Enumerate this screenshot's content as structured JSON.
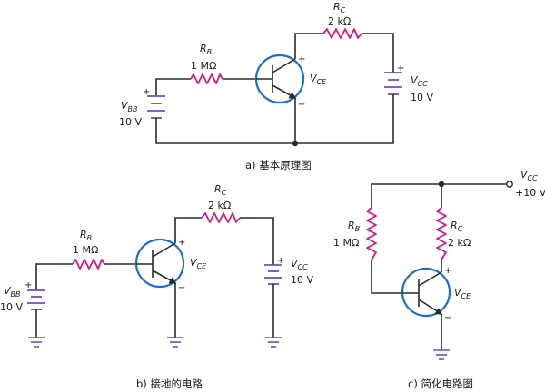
{
  "captions": {
    "a": "a) 基本原理图",
    "b": "b) 接地的电路",
    "c": "c) 简化电路图"
  },
  "labels": {
    "rb": {
      "sym": "R",
      "sub": "B",
      "value": "1 MΩ"
    },
    "rc": {
      "sym": "R",
      "sub": "C",
      "value": "2 kΩ"
    },
    "vbb": {
      "sym": "V",
      "sub": "BB",
      "value": "10 V"
    },
    "vcc": {
      "sym": "V",
      "sub": "CC",
      "value": "10 V"
    },
    "vce": {
      "sym": "V",
      "sub": "CE"
    },
    "vcc_c": {
      "sym": "V",
      "sub": "CC",
      "value": "+10 V"
    },
    "plus": "+",
    "minus": "−"
  },
  "colors": {
    "resistor": "#d6197e",
    "battery": "#6b4fc4",
    "ground": "#6b4fc4",
    "transistor": "#1e6bd6",
    "wire": "#2a2a2a"
  }
}
